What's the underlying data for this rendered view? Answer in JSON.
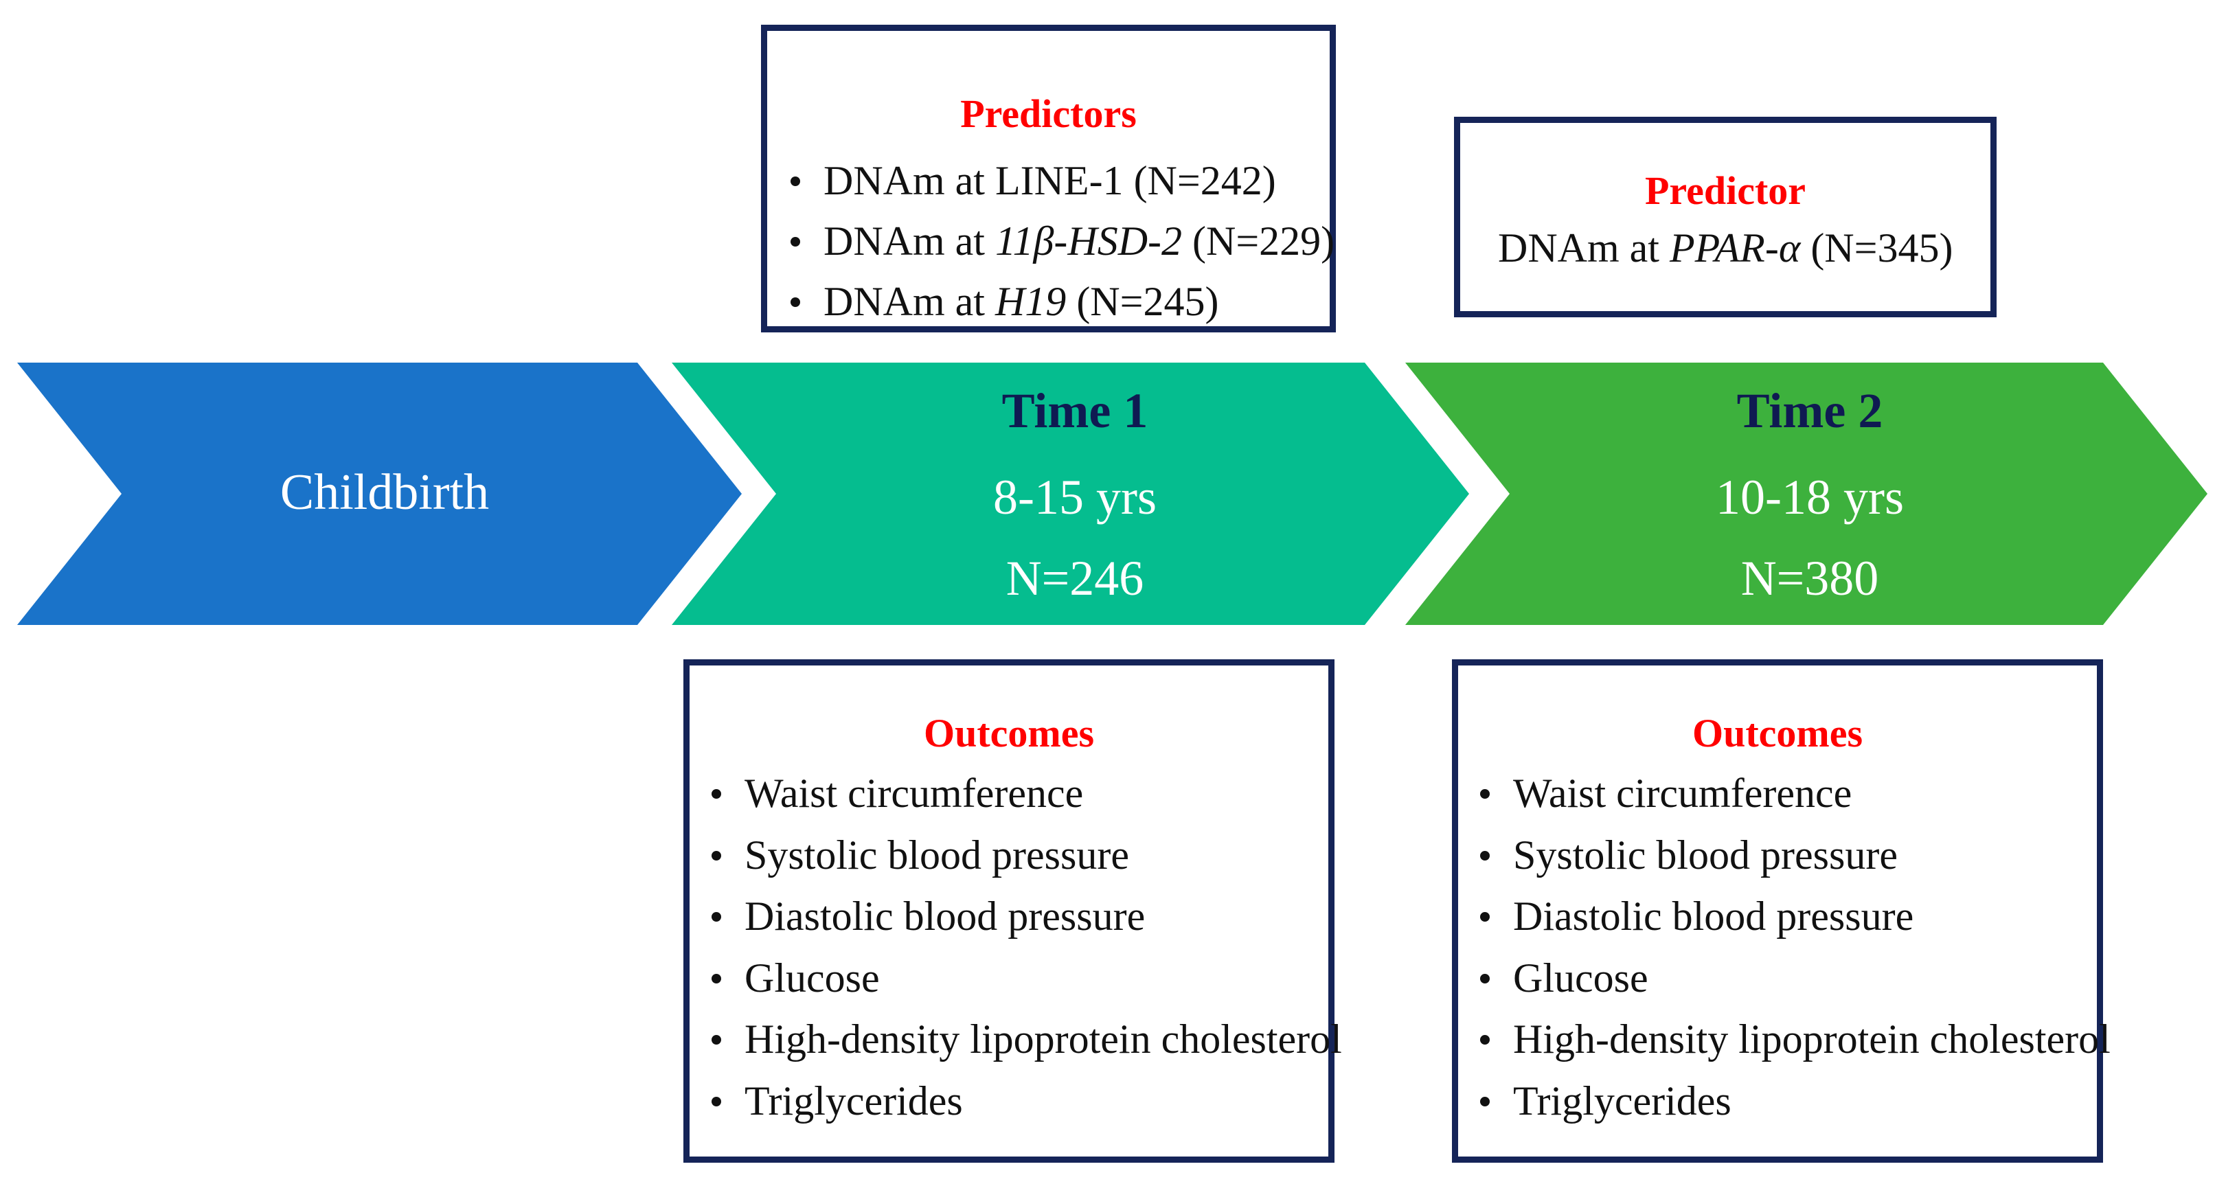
{
  "timeline": {
    "stages": [
      {
        "label": "Childbirth",
        "color": "#1a73c9"
      },
      {
        "title": "Time 1",
        "age": "8-15 yrs",
        "n": "N=246",
        "color": "#05bd8f"
      },
      {
        "title": "Time 2",
        "age": "10-18 yrs",
        "n": "N=380",
        "color": "#3db13d"
      }
    ]
  },
  "predictors_time1": {
    "title": "Predictors",
    "items": [
      {
        "prefix": "DNAm at ",
        "gene": "LINE-1",
        "gene_italic": false,
        "suffix": " (N=242)"
      },
      {
        "prefix": "DNAm at ",
        "gene": "11β-HSD-2",
        "gene_italic": true,
        "suffix": " (N=229)"
      },
      {
        "prefix": "DNAm at ",
        "gene": "H19",
        "gene_italic": true,
        "suffix": " (N=245)"
      }
    ]
  },
  "predictor_time2": {
    "title": "Predictor",
    "item": {
      "prefix": "DNAm at ",
      "gene": "PPAR-α",
      "gene_italic": true,
      "suffix": " (N=345)"
    }
  },
  "outcomes_time1": {
    "title": "Outcomes",
    "items": [
      "Waist circumference",
      "Systolic blood pressure",
      "Diastolic blood pressure",
      "Glucose",
      "High-density lipoprotein cholesterol",
      "Triglycerides"
    ]
  },
  "outcomes_time2": {
    "title": "Outcomes",
    "items": [
      "Waist circumference",
      "Systolic blood pressure",
      "Diastolic blood pressure",
      "Glucose",
      "High-density lipoprotein cholesterol",
      "Triglycerides"
    ]
  },
  "colors": {
    "box_border": "#152458",
    "box_title": "#ff0000",
    "stage_title": "#0f1a52",
    "stage_text": "#ffffff"
  }
}
